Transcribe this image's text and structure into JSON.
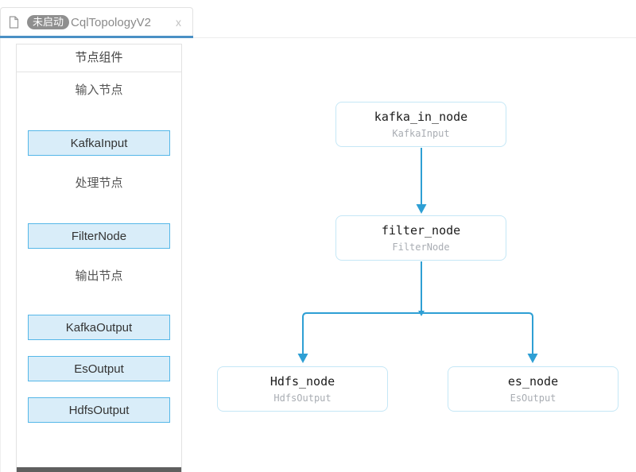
{
  "tab": {
    "file_icon": "file-icon",
    "status_badge": "未启动",
    "title": "CqlTopologyV2",
    "close": "x",
    "active_underline_color": "#4a90c4"
  },
  "sidebar": {
    "header": "节点组件",
    "sections": [
      {
        "label": "输入节点",
        "items": [
          "KafkaInput"
        ]
      },
      {
        "label": "处理节点",
        "items": [
          "FilterNode"
        ]
      },
      {
        "label": "输出节点",
        "items": [
          "KafkaOutput",
          "EsOutput",
          "HdfsOutput"
        ]
      }
    ],
    "item_fill_color": "#d9edf9",
    "item_border_color": "#55b7e8"
  },
  "canvas": {
    "nodes": [
      {
        "name": "kafka_in_node",
        "component": "KafkaInput"
      },
      {
        "name": "filter_node",
        "component": "FilterNode"
      },
      {
        "name": "Hdfs_node",
        "component": "HdfsOutput"
      },
      {
        "name": "es_node",
        "component": "EsOutput"
      }
    ],
    "edges": [
      {
        "from": "kafka_in_node",
        "to": "filter_node"
      },
      {
        "from": "filter_node",
        "to": "Hdfs_node"
      },
      {
        "from": "filter_node",
        "to": "es_node"
      }
    ],
    "edge_color": "#2e9fd4",
    "node_border_color": "#c5e7f6"
  }
}
